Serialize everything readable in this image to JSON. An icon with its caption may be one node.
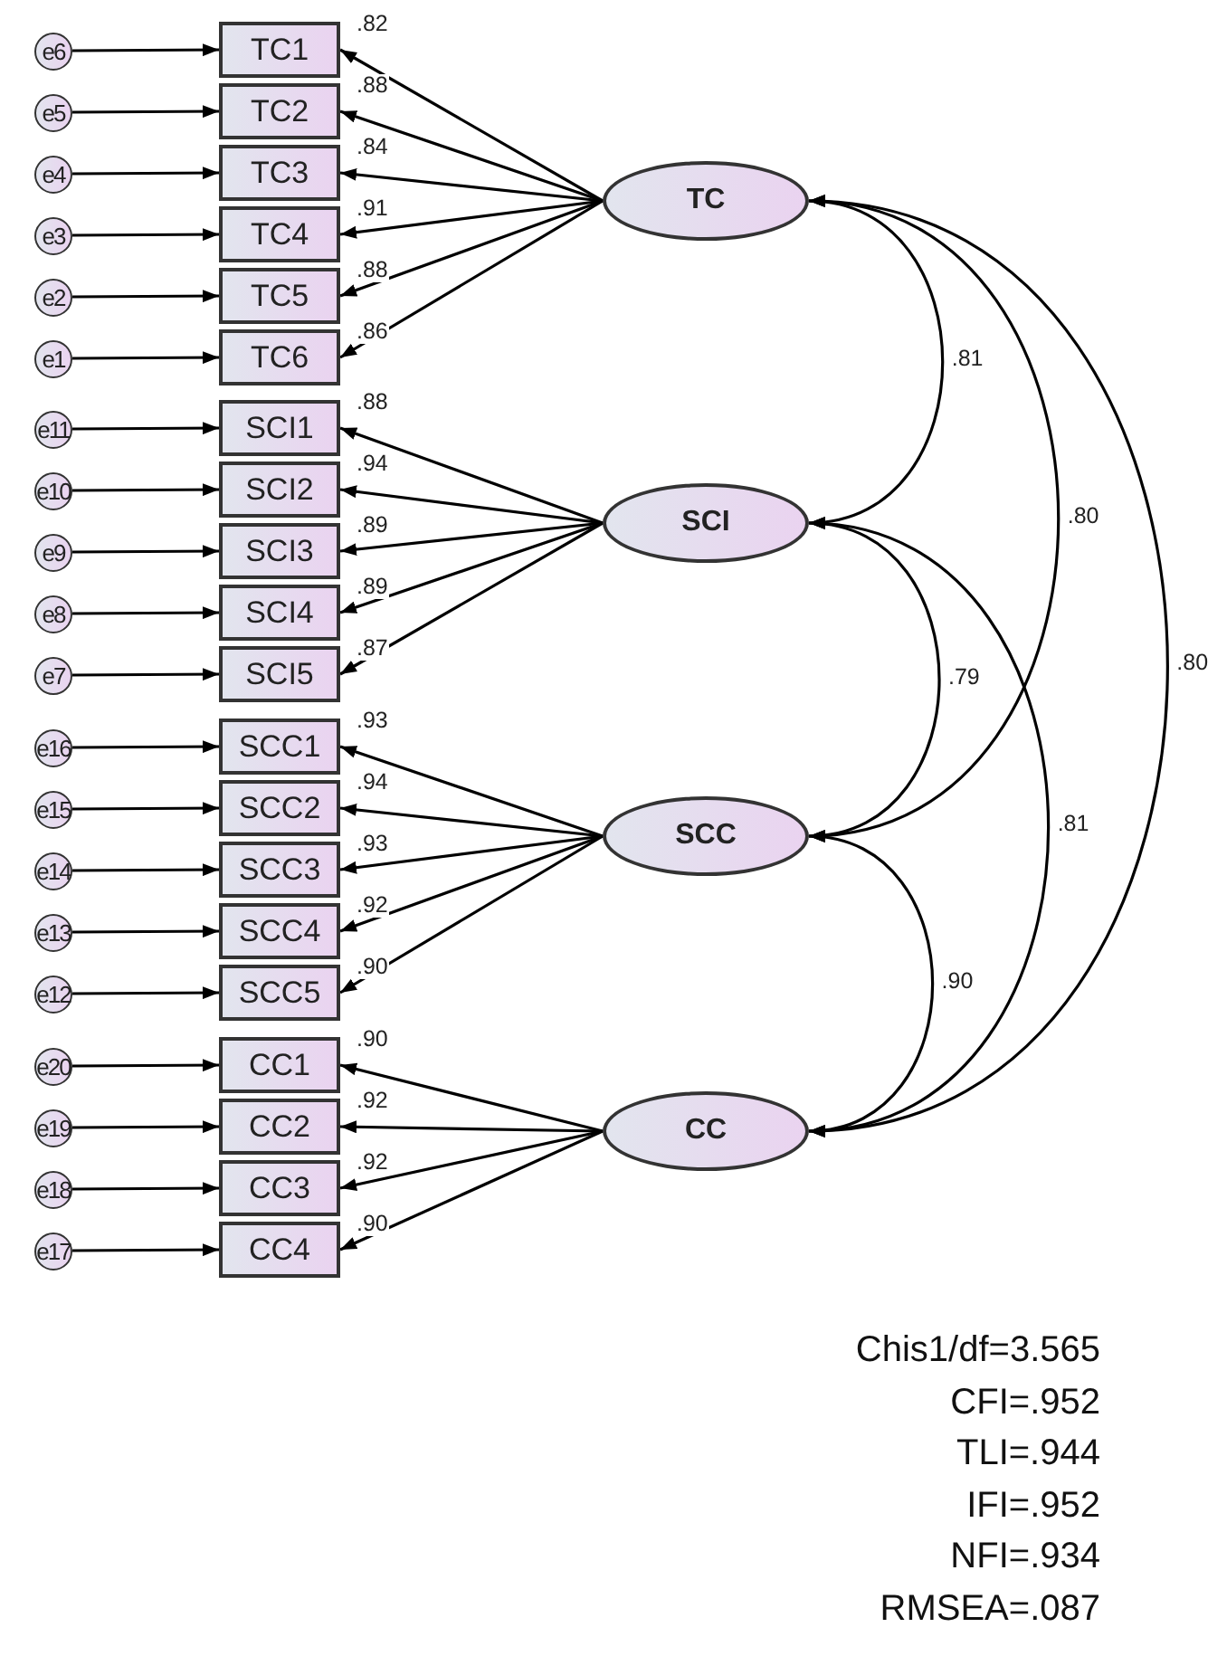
{
  "diagram": {
    "nodes": [
      {
        "text": [
          "TC1"
        ]
      },
      {
        "text": [
          "TC2"
        ]
      },
      {
        "text": [
          "TC3"
        ]
      },
      {
        "text": [
          "TC4"
        ]
      },
      {
        "text": [
          "TC5"
        ]
      },
      {
        "text": [
          "TC6"
        ]
      },
      {
        "text": [
          "SCI1"
        ]
      },
      {
        "text": [
          "SCI2"
        ]
      },
      {
        "text": [
          "SCI3"
        ]
      },
      {
        "text": [
          "SCI4"
        ]
      },
      {
        "text": [
          "SCI5"
        ]
      },
      {
        "text": [
          "SCC1"
        ]
      },
      {
        "text": [
          "SCC2"
        ]
      },
      {
        "text": [
          "SCC3"
        ]
      },
      {
        "text": [
          "SCC4"
        ]
      },
      {
        "text": [
          "SCC5"
        ]
      },
      {
        "text": [
          "CC1"
        ]
      },
      {
        "text": [
          "CC2"
        ]
      },
      {
        "text": [
          "CC3"
        ]
      },
      {
        "text": [
          "CC4"
        ]
      },
      {
        "text": [
          "TC"
        ]
      },
      {
        "text": [
          "SCI"
        ]
      },
      {
        "text": [
          "SCC"
        ]
      },
      {
        "text": [
          "CC"
        ]
      },
      {
        "text": [
          "e6"
        ]
      },
      {
        "text": [
          "e5"
        ]
      },
      {
        "text": [
          "e4"
        ]
      },
      {
        "text": [
          "e3"
        ]
      },
      {
        "text": [
          "e2"
        ]
      },
      {
        "text": [
          "e1"
        ]
      },
      {
        "text": [
          "e11"
        ]
      },
      {
        "text": [
          "e10"
        ]
      },
      {
        "text": [
          "e9"
        ]
      },
      {
        "text": [
          "e8"
        ]
      },
      {
        "text": [
          "e7"
        ]
      },
      {
        "text": [
          "e16"
        ]
      },
      {
        "text": [
          "e15"
        ]
      },
      {
        "text": [
          "e14"
        ]
      },
      {
        "text": [
          "e13"
        ]
      },
      {
        "text": [
          "e12"
        ]
      },
      {
        "text": [
          "e20"
        ]
      },
      {
        "text": [
          "e19"
        ]
      },
      {
        "text": [
          "e18"
        ]
      },
      {
        "text": [
          "e17"
        ]
      }
    ],
    "edges": [
      {
        "from": 24,
        "to": 0,
        "arrow": "to"
      },
      {
        "from": 25,
        "to": 1,
        "arrow": "to"
      },
      {
        "from": 26,
        "to": 2,
        "arrow": "to"
      },
      {
        "from": 27,
        "to": 3,
        "arrow": "to"
      },
      {
        "from": 28,
        "to": 4,
        "arrow": "to"
      },
      {
        "from": 29,
        "to": 5,
        "arrow": "to"
      },
      {
        "from": 30,
        "to": 6,
        "arrow": "to"
      },
      {
        "from": 31,
        "to": 7,
        "arrow": "to"
      },
      {
        "from": 32,
        "to": 8,
        "arrow": "to"
      },
      {
        "from": 33,
        "to": 9,
        "arrow": "to"
      },
      {
        "from": 34,
        "to": 10,
        "arrow": "to"
      },
      {
        "from": 35,
        "to": 11,
        "arrow": "to"
      },
      {
        "from": 36,
        "to": 12,
        "arrow": "to"
      },
      {
        "from": 37,
        "to": 13,
        "arrow": "to"
      },
      {
        "from": 38,
        "to": 14,
        "arrow": "to"
      },
      {
        "from": 39,
        "to": 15,
        "arrow": "to"
      },
      {
        "from": 40,
        "to": 16,
        "arrow": "to"
      },
      {
        "from": 41,
        "to": 17,
        "arrow": "to"
      },
      {
        "from": 42,
        "to": 18,
        "arrow": "to"
      },
      {
        "from": 43,
        "to": 19,
        "arrow": "to"
      },
      {
        "from": 20,
        "to": 0,
        "arrow": "to",
        "label": ".82"
      },
      {
        "from": 20,
        "to": 1,
        "arrow": "to",
        "label": ".88"
      },
      {
        "from": 20,
        "to": 2,
        "arrow": "to",
        "label": ".84"
      },
      {
        "from": 20,
        "to": 3,
        "arrow": "to",
        "label": ".91"
      },
      {
        "from": 20,
        "to": 4,
        "arrow": "to",
        "label": ".88"
      },
      {
        "from": 20,
        "to": 5,
        "arrow": "to",
        "label": ".86"
      },
      {
        "from": 21,
        "to": 6,
        "arrow": "to",
        "label": ".88"
      },
      {
        "from": 21,
        "to": 7,
        "arrow": "to",
        "label": ".94"
      },
      {
        "from": 21,
        "to": 8,
        "arrow": "to",
        "label": ".89"
      },
      {
        "from": 21,
        "to": 9,
        "arrow": "to",
        "label": ".89"
      },
      {
        "from": 21,
        "to": 10,
        "arrow": "to",
        "label": ".87"
      },
      {
        "from": 22,
        "to": 11,
        "arrow": "to",
        "label": ".93"
      },
      {
        "from": 22,
        "to": 12,
        "arrow": "to",
        "label": ".94"
      },
      {
        "from": 22,
        "to": 13,
        "arrow": "to",
        "label": ".93"
      },
      {
        "from": 22,
        "to": 14,
        "arrow": "to",
        "label": ".92"
      },
      {
        "from": 22,
        "to": 15,
        "arrow": "to",
        "label": ".90"
      },
      {
        "from": 23,
        "to": 16,
        "arrow": "to",
        "label": ".90"
      },
      {
        "from": 23,
        "to": 17,
        "arrow": "to",
        "label": ".92"
      },
      {
        "from": 23,
        "to": 18,
        "arrow": "to",
        "label": ".92"
      },
      {
        "from": 23,
        "to": 19,
        "arrow": "to",
        "label": ".90"
      },
      {
        "from": 20,
        "to": 21,
        "arrow": "both",
        "label": ".81"
      },
      {
        "from": 20,
        "to": 22,
        "arrow": "both",
        "label": ".80"
      },
      {
        "from": 20,
        "to": 23,
        "arrow": "both",
        "label": ".80"
      },
      {
        "from": 21,
        "to": 22,
        "arrow": "both",
        "label": ".79"
      },
      {
        "from": 21,
        "to": 23,
        "arrow": "both",
        "label": ".81"
      },
      {
        "from": 22,
        "to": 23,
        "arrow": "both",
        "label": ".90"
      }
    ],
    "labels": [
      "Chis1/df=3.565",
      "CFI=.952",
      "TLI=.944",
      "IFI=.952",
      "NFI=.934",
      "RMSEA=.087"
    ]
  }
}
